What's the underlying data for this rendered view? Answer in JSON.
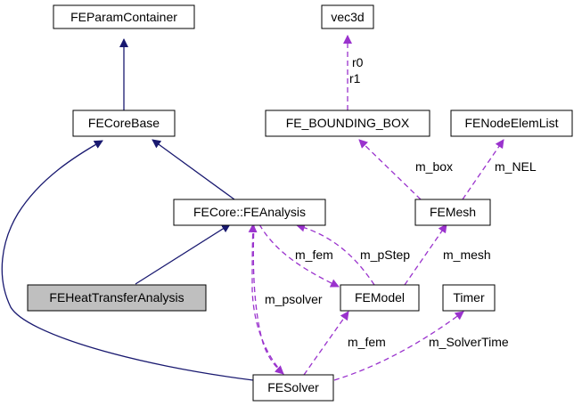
{
  "colors": {
    "inherit_edge": "#191970",
    "usage_edge": "#9a32cd",
    "node_fill": "#ffffff",
    "highlight_fill": "#bfbfbf",
    "node_border": "#000000"
  },
  "nodes": {
    "param_container": "FEParamContainer",
    "vec3d": "vec3d",
    "core_base": "FECoreBase",
    "bounding_box": "FE_BOUNDING_BOX",
    "node_elem_list": "FENodeElemList",
    "fe_analysis": "FECore::FEAnalysis",
    "fe_mesh": "FEMesh",
    "heat_transfer": "FEHeatTransferAnalysis",
    "fe_model": "FEModel",
    "timer": "Timer",
    "fe_solver": "FESolver"
  },
  "edge_labels": {
    "r0": "r0",
    "r1": "r1",
    "m_box": "m_box",
    "m_nel": "m_NEL",
    "m_fem_top": "m_fem",
    "m_pstep": "m_pStep",
    "m_mesh": "m_mesh",
    "m_psolver": "m_psolver",
    "m_fem_bottom": "m_fem",
    "m_solver_time": "m_SolverTime"
  }
}
